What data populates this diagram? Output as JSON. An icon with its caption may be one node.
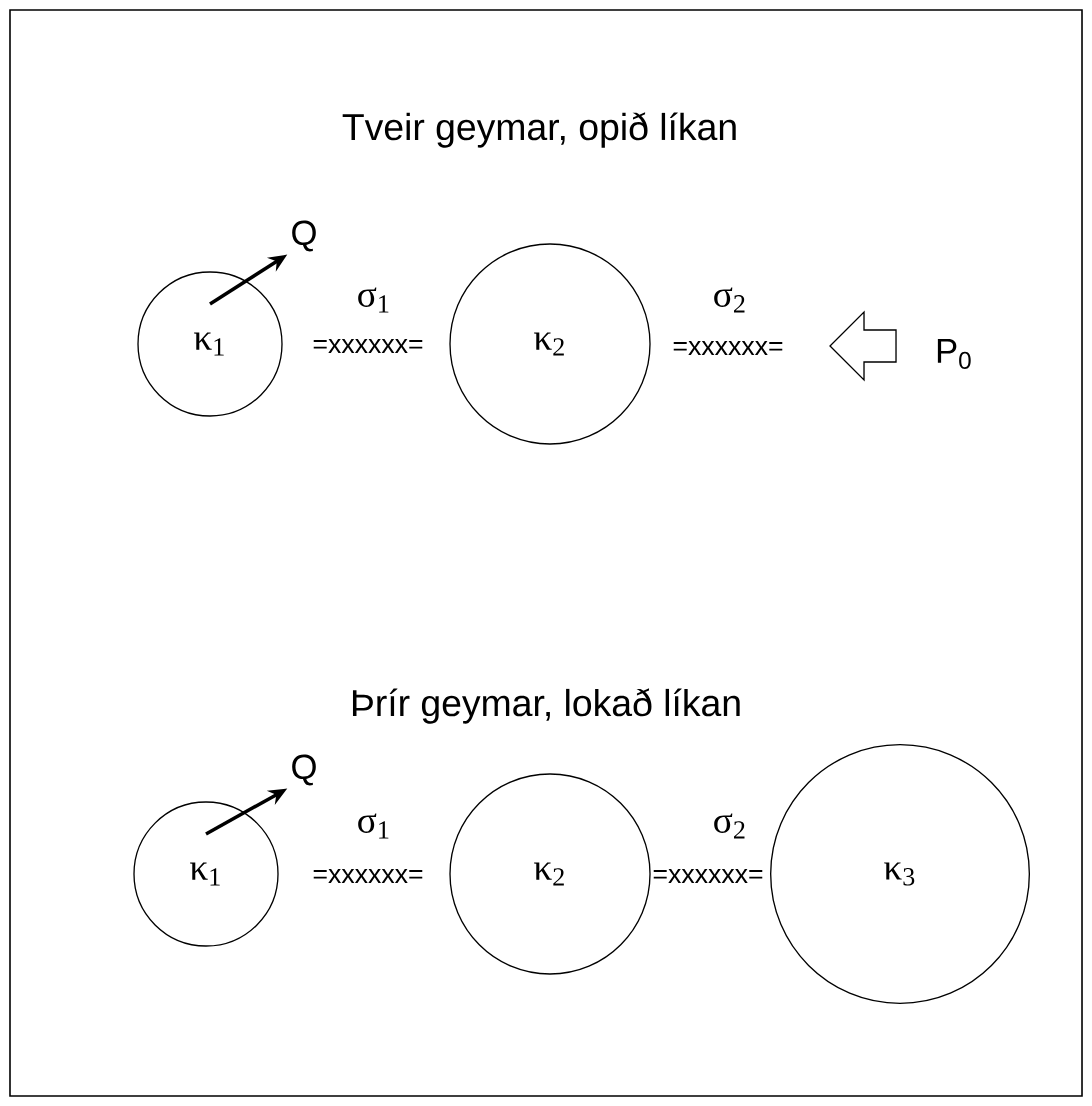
{
  "diagram": {
    "nodes": [
      {
        "text": [
          "Q"
        ]
      },
      {
        "text": [
          "κ$_{1}$"
        ]
      },
      {
        "text": [
          "κ$_{2}$"
        ]
      },
      {
        "text": [
          "P$_{0}$"
        ]
      },
      {
        "text": [
          "Q"
        ]
      },
      {
        "text": [
          "κ$_{1}$"
        ]
      },
      {
        "text": [
          "κ$_{2}$"
        ]
      },
      {
        "text": [
          "κ$_{3}$"
        ]
      }
    ],
    "edges": [
      {
        "from": 1,
        "to": 0,
        "arrow": "to"
      },
      {
        "from": 5,
        "to": 4,
        "arrow": "to"
      }
    ],
    "labels": [
      "Tveir geymar, opið líkan",
      "σ$_{1}$",
      "σ$_{2}$",
      "=xxxxxx=",
      "=xxxxxx=",
      "Þrír geymar, lokað líkan",
      "σ$_{1}$",
      "σ$_{2}$",
      "=xxxxxx=",
      "=xxxxxx="
    ]
  }
}
